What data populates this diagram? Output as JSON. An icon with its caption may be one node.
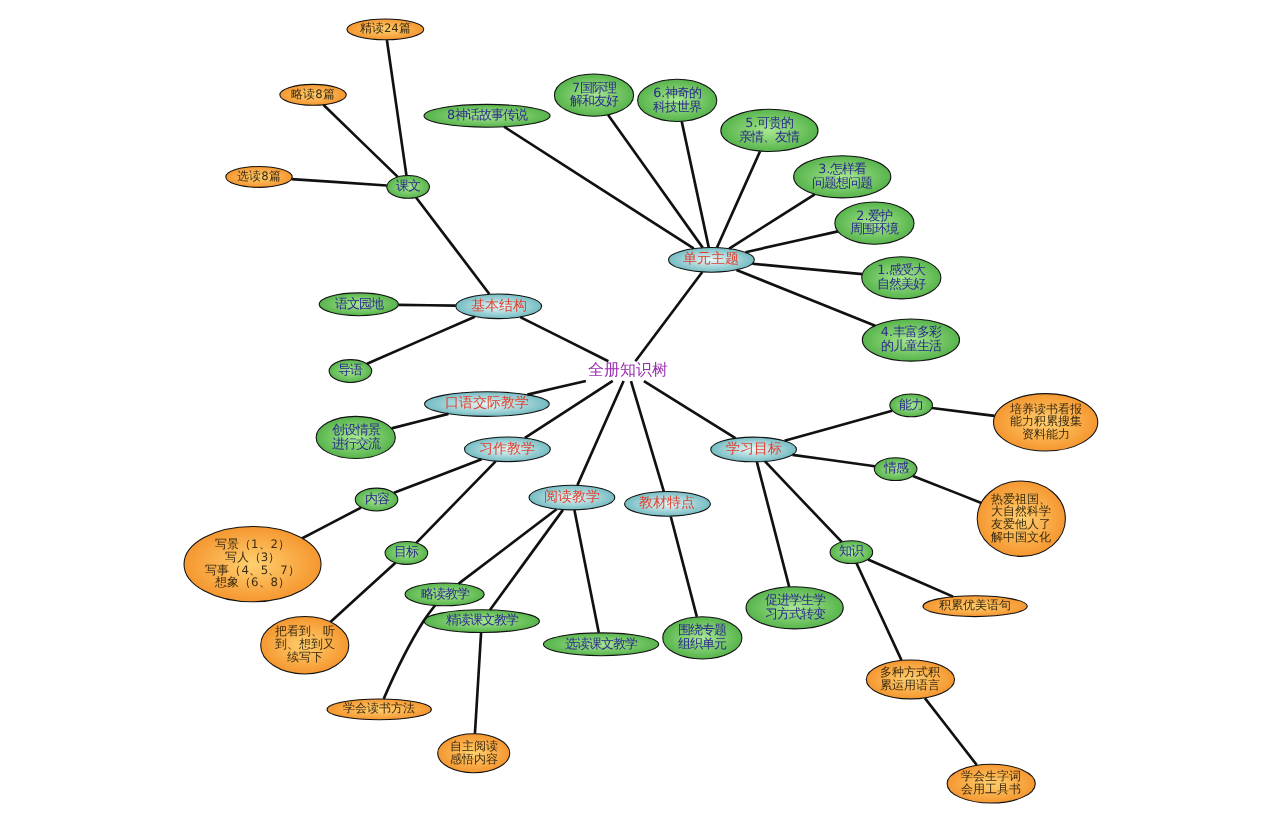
{
  "diagram": {
    "nodes": [
      {
        "text": [
          "全册知识树"
        ]
      },
      {
        "text": [
          "单元主题"
        ]
      },
      {
        "text": [
          "4.丰富多彩的儿童生活"
        ]
      },
      {
        "text": [
          "1.感受大自然美好"
        ]
      },
      {
        "text": [
          "2.爱护周围环境"
        ]
      },
      {
        "text": [
          "3.怎样看问题想问题"
        ]
      },
      {
        "text": [
          "5.可贵的亲情、友情"
        ]
      },
      {
        "text": [
          "6.神奇的科技世界"
        ]
      },
      {
        "text": [
          "7国际理解和友好"
        ]
      },
      {
        "text": [
          "8神话故事传说"
        ]
      },
      {
        "text": [
          "基本结构"
        ]
      },
      {
        "text": [
          "课文"
        ]
      },
      {
        "text": [
          "精读24篇"
        ]
      },
      {
        "text": [
          "略读8篇"
        ]
      },
      {
        "text": [
          "选读8篇"
        ]
      },
      {
        "text": [
          "语文园地"
        ]
      },
      {
        "text": [
          "导语"
        ]
      },
      {
        "text": [
          "口语交际教学"
        ]
      },
      {
        "text": [
          "创设情景进行交流"
        ]
      },
      {
        "text": [
          "习作教学"
        ]
      },
      {
        "text": [
          "内容"
        ]
      },
      {
        "text": [
          "写景（1、2）",
          "写人（3）",
          "写事（4、5、7）",
          "想象（6、8）"
        ]
      },
      {
        "text": [
          "目标"
        ]
      },
      {
        "text": [
          "把看到、听到、想到又续写下"
        ]
      },
      {
        "text": [
          "阅读教学"
        ]
      },
      {
        "text": [
          "略读教学"
        ]
      },
      {
        "text": [
          "学会读书方法"
        ]
      },
      {
        "text": [
          "精读课文教学"
        ]
      },
      {
        "text": [
          "自主阅读感悟内容"
        ]
      },
      {
        "text": [
          "选读课文教学"
        ]
      },
      {
        "text": [
          "教材特点"
        ]
      },
      {
        "text": [
          "围绕专题组织单元"
        ]
      },
      {
        "text": [
          "学习目标"
        ]
      },
      {
        "text": [
          "促进学生学习方式转变"
        ]
      },
      {
        "text": [
          "知识"
        ]
      },
      {
        "text": [
          "多种方式积累运用语言"
        ]
      },
      {
        "text": [
          "学会生字词会用工具书"
        ]
      },
      {
        "text": [
          "积累优美语句"
        ]
      },
      {
        "text": [
          "情感"
        ]
      },
      {
        "text": [
          "热爱祖国、大自然科学友爱他人了解中国文化"
        ]
      },
      {
        "text": [
          "能力"
        ]
      },
      {
        "text": [
          "培养读书看报能力积累搜集资料能力"
        ]
      }
    ],
    "edges": [
      {
        "from": 0,
        "to": 1,
        "arrow": "none"
      },
      {
        "from": 1,
        "to": 2,
        "arrow": "none"
      },
      {
        "from": 1,
        "to": 3,
        "arrow": "none"
      },
      {
        "from": 1,
        "to": 4,
        "arrow": "none"
      },
      {
        "from": 1,
        "to": 5,
        "arrow": "none"
      },
      {
        "from": 1,
        "to": 6,
        "arrow": "none"
      },
      {
        "from": 1,
        "to": 7,
        "arrow": "none"
      },
      {
        "from": 1,
        "to": 8,
        "arrow": "none"
      },
      {
        "from": 1,
        "to": 9,
        "arrow": "none"
      },
      {
        "from": 0,
        "to": 10,
        "arrow": "none"
      },
      {
        "from": 10,
        "to": 11,
        "arrow": "none"
      },
      {
        "from": 11,
        "to": 12,
        "arrow": "none"
      },
      {
        "from": 11,
        "to": 13,
        "arrow": "none"
      },
      {
        "from": 11,
        "to": 14,
        "arrow": "none"
      },
      {
        "from": 10,
        "to": 15,
        "arrow": "none"
      },
      {
        "from": 10,
        "to": 16,
        "arrow": "none"
      },
      {
        "from": 0,
        "to": 17,
        "arrow": "none"
      },
      {
        "from": 17,
        "to": 18,
        "arrow": "none"
      },
      {
        "from": 0,
        "to": 19,
        "arrow": "none"
      },
      {
        "from": 19,
        "to": 20,
        "arrow": "none"
      },
      {
        "from": 20,
        "to": 21,
        "arrow": "none"
      },
      {
        "from": 19,
        "to": 22,
        "arrow": "none"
      },
      {
        "from": 22,
        "to": 23,
        "arrow": "none"
      },
      {
        "from": 0,
        "to": 24,
        "arrow": "none"
      },
      {
        "from": 24,
        "to": 25,
        "arrow": "none"
      },
      {
        "from": 25,
        "to": 26,
        "arrow": "none"
      },
      {
        "from": 24,
        "to": 27,
        "arrow": "none"
      },
      {
        "from": 27,
        "to": 28,
        "arrow": "none"
      },
      {
        "from": 24,
        "to": 29,
        "arrow": "none"
      },
      {
        "from": 0,
        "to": 30,
        "arrow": "none"
      },
      {
        "from": 30,
        "to": 31,
        "arrow": "none"
      },
      {
        "from": 0,
        "to": 32,
        "arrow": "none"
      },
      {
        "from": 32,
        "to": 33,
        "arrow": "none"
      },
      {
        "from": 32,
        "to": 34,
        "arrow": "none"
      },
      {
        "from": 34,
        "to": 35,
        "arrow": "none"
      },
      {
        "from": 35,
        "to": 36,
        "arrow": "none"
      },
      {
        "from": 34,
        "to": 37,
        "arrow": "none"
      },
      {
        "from": 32,
        "to": 38,
        "arrow": "none"
      },
      {
        "from": 38,
        "to": 39,
        "arrow": "none"
      },
      {
        "from": 32,
        "to": 40,
        "arrow": "none"
      },
      {
        "from": 40,
        "to": 41,
        "arrow": "none"
      }
    ]
  }
}
